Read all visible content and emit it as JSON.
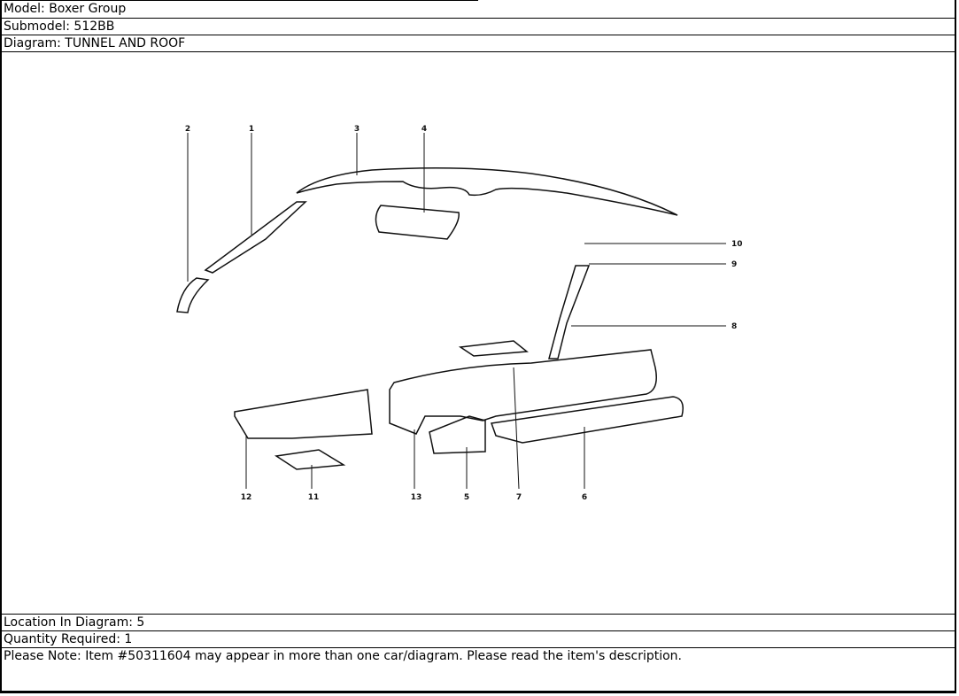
{
  "header": {
    "model": "Model: Boxer Group",
    "submodel": "Submodel: 512BB",
    "diagram": "Diagram: TUNNEL AND ROOF"
  },
  "diagram": {
    "callouts": [
      "1",
      "2",
      "3",
      "4",
      "5",
      "6",
      "7",
      "8",
      "9",
      "10",
      "11",
      "12",
      "13"
    ]
  },
  "footer": {
    "location": "Location In Diagram: 5",
    "quantity": "Quantity Required: 1",
    "note": "Please Note: Item #50311604 may appear in more than one car/diagram. Please read the item's description."
  }
}
